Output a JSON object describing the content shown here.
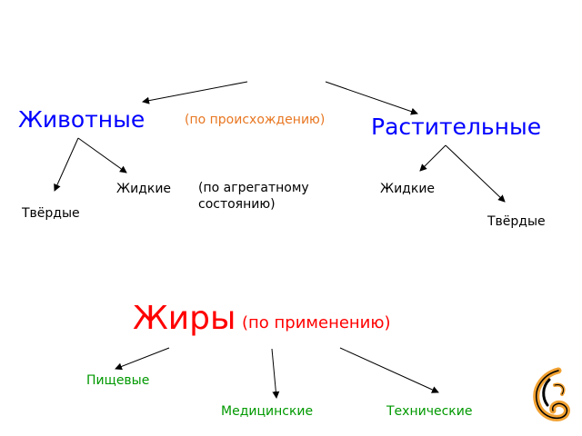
{
  "nodes": {
    "animal": "Животные",
    "plant": "Растительные",
    "origin_note": "(по происхождению)",
    "state_note": [
      "(по агрегатному",
      "состоянию)"
    ],
    "animal_liquid": "Жидкие",
    "animal_solid": "Твёрдые",
    "plant_liquid": "Жидкие",
    "plant_solid": "Твёрдые",
    "fats": "Жиры",
    "usage_note": "(по применению)",
    "food": "Пищевые",
    "medical": "Медицинские",
    "technical": "Технические"
  },
  "colors": {
    "category": "#0000ff",
    "origin_note": "#e87722",
    "fats": "#ff0000",
    "usage": "#009900",
    "text": "#000000",
    "ornament": "#f0a030"
  },
  "icons": {
    "ornament": "swirl-ornament-icon"
  }
}
